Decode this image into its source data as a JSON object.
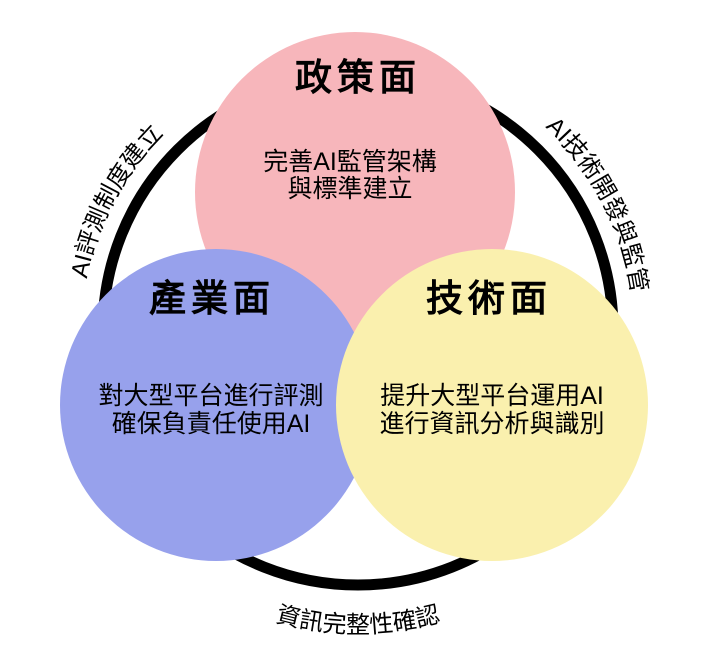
{
  "diagram": {
    "background_color": "#ffffff",
    "ring": {
      "color": "#000000",
      "labels": {
        "upper_left": "AI評測制度建立",
        "upper_right": "AI技術開發與監管",
        "bottom": "資訊完整性確認"
      }
    },
    "circles": [
      {
        "id": "policy",
        "label": "政策面",
        "body_line1": "完善AI監管架構",
        "body_line2": "與標準建立",
        "color": "#F7B6BB"
      },
      {
        "id": "industry",
        "label": "產業面",
        "body_line1": "對大型平台進行評測",
        "body_line2": "確保負責任使用AI",
        "color": "#97A1EC"
      },
      {
        "id": "technology",
        "label": "技術面",
        "body_line1": "提升大型平台運用AI",
        "body_line2": "進行資訊分析與識別",
        "color": "#FAF0AE"
      }
    ]
  }
}
